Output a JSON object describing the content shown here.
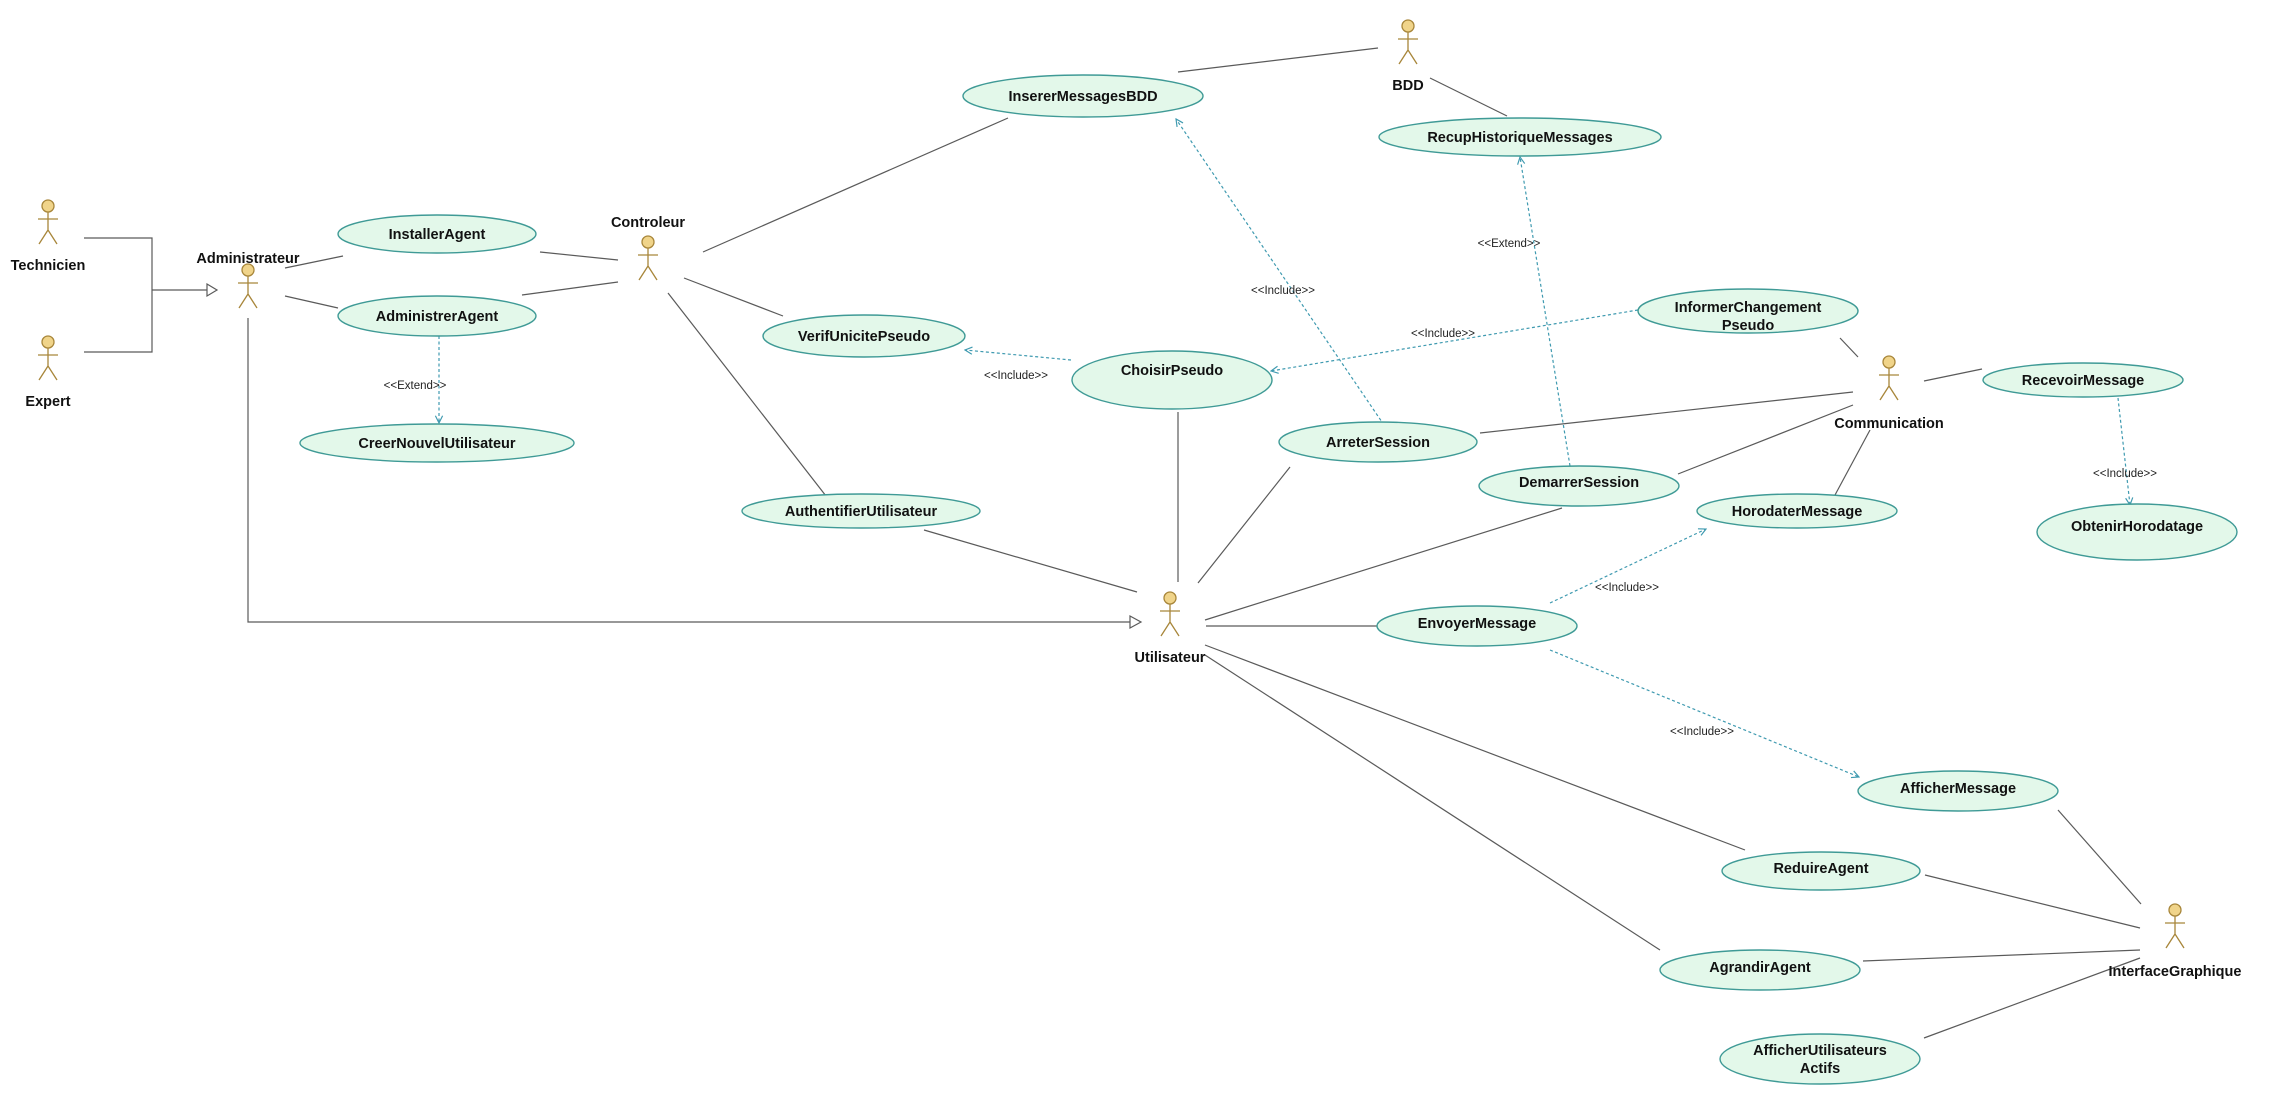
{
  "colors": {
    "usecase_fill": "#e3f8ea",
    "usecase_stroke": "#3f9a96",
    "actor_fill": "#f0d48a",
    "actor_stroke": "#a8863a",
    "association": "#5a5a5a",
    "dependency": "#3f9ab0"
  },
  "actors": {
    "technicien": "Technicien",
    "expert": "Expert",
    "administrateur": "Administrateur",
    "controleur": "Controleur",
    "bdd": "BDD",
    "utilisateur": "Utilisateur",
    "communication": "Communication",
    "interface_graphique": "InterfaceGraphique"
  },
  "use_cases": {
    "installer_agent": "InstallerAgent",
    "administrer_agent": "AdministrerAgent",
    "creer_nouvel_utilisateur": "CreerNouvelUtilisateur",
    "inserer_messages_bdd": "InsererMessagesBDD",
    "recup_historique_messages": "RecupHistoriqueMessages",
    "verif_unicite_pseudo": "VerifUnicitePseudo",
    "choisir_pseudo": "ChoisirPseudo",
    "informer_changement_pseudo_line1": "InformerChangement",
    "informer_changement_pseudo_line2": "Pseudo",
    "recevoir_message": "RecevoirMessage",
    "obtenir_horodatage": "ObtenirHorodatage",
    "arreter_session": "ArreterSession",
    "demarrer_session": "DemarrerSession",
    "horodater_message": "HorodaterMessage",
    "authentifier_utilisateur": "AuthentifierUtilisateur",
    "envoyer_message": "EnvoyerMessage",
    "afficher_message": "AfficherMessage",
    "reduire_agent": "ReduireAgent",
    "agrandir_agent": "AgrandirAgent",
    "afficher_utilisateurs_actifs_line1": "AfficherUtilisateurs",
    "afficher_utilisateurs_actifs_line2": "Actifs"
  },
  "stereotypes": {
    "extend_creer": "<<Extend>>",
    "include_verif": "<<Include>>",
    "include_inserer": "<<Include>>",
    "extend_recup": "<<Extend>>",
    "include_informer": "<<Include>>",
    "include_obtenir": "<<Include>>",
    "include_horodater": "<<Include>>",
    "include_afficher": "<<Include>>"
  }
}
